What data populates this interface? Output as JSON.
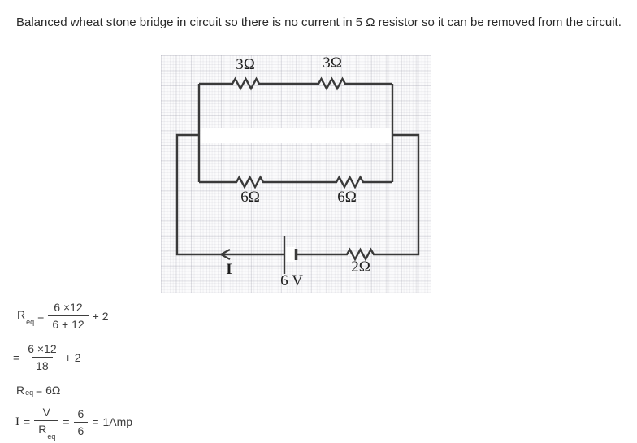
{
  "problem": {
    "statement": "Balanced wheat stone bridge in circuit so there is no current in 5 Ω resistor so it can be removed from the circuit."
  },
  "circuit": {
    "labels": {
      "r_top_left": "3Ω",
      "r_top_right": "3Ω",
      "r_mid_left": "6Ω",
      "r_mid_right": "6Ω",
      "r_bottom": "2Ω",
      "battery": "6 V",
      "current": "I"
    },
    "line_color": "#3a3a3a"
  },
  "solution": {
    "eq1": {
      "r": "R",
      "r_sub": "eq",
      "equals": "=",
      "numerator": "6 ×12",
      "denominator": "6 + 12",
      "tail": "+ 2"
    },
    "eq2": {
      "equals": "=",
      "numerator": "6 ×12",
      "denominator": "18",
      "tail": "+ 2"
    },
    "eq3": {
      "r": "R",
      "r_sub": "eq",
      "rest": " = 6Ω"
    },
    "eq4": {
      "i": "I",
      "equals1": "=",
      "num1": "V",
      "den1_r": "R",
      "den1_sub": "eq",
      "equals2": "=",
      "num2": "6",
      "den2": "6",
      "equals3": "=",
      "result": "1Amp"
    }
  }
}
